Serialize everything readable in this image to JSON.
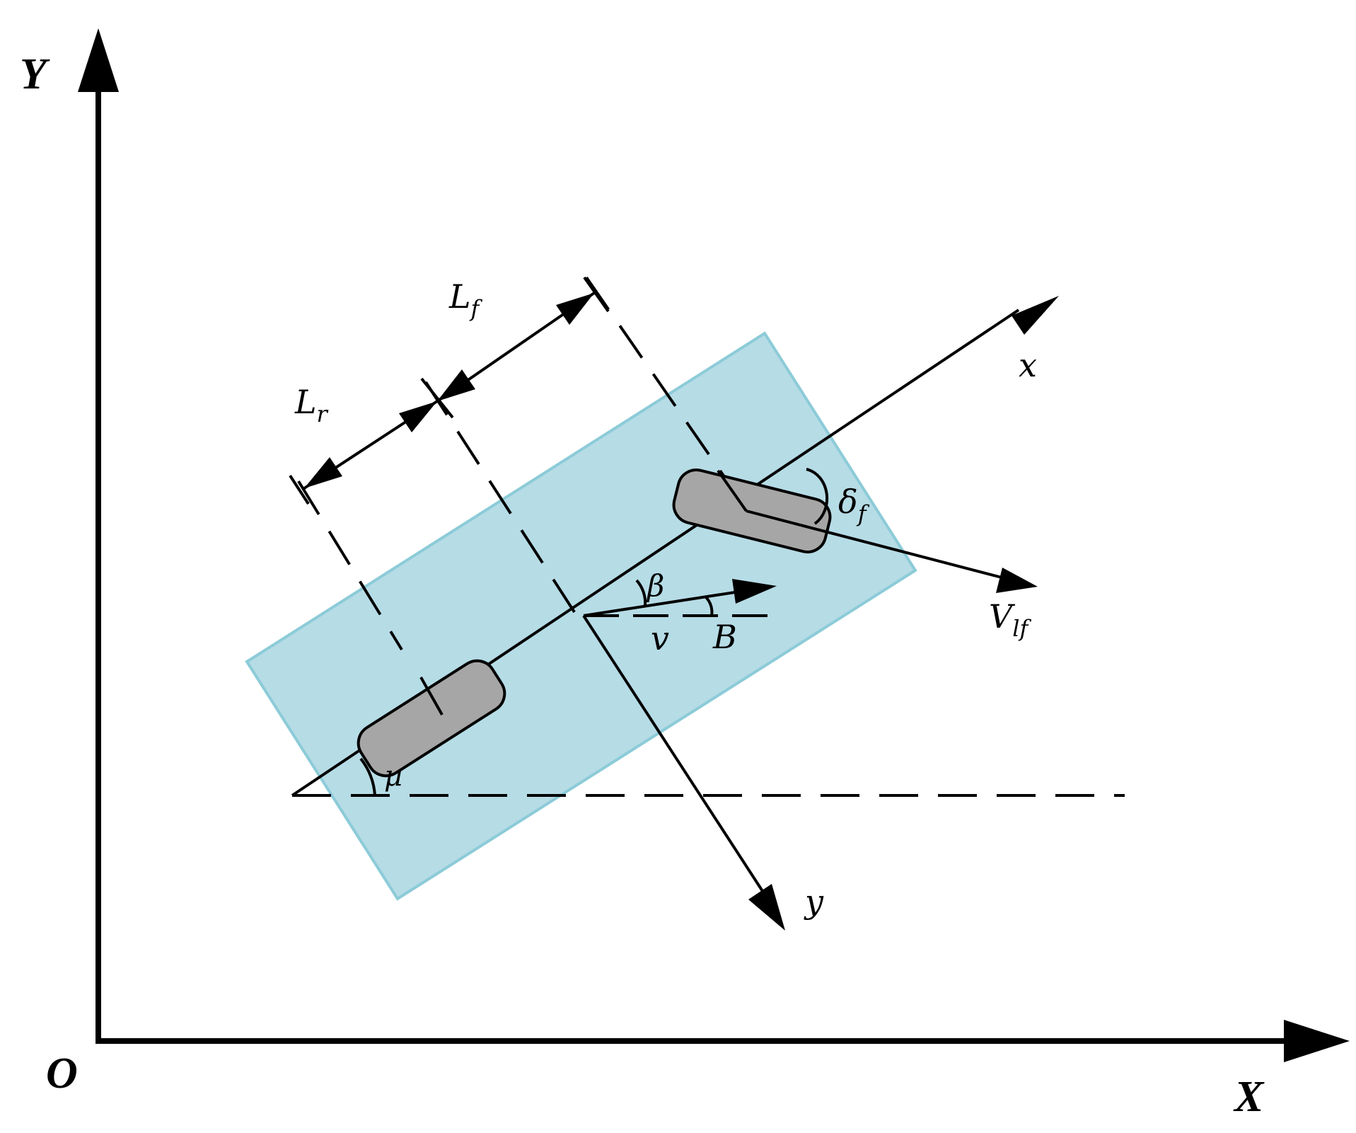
{
  "colors": {
    "background": "#ffffff",
    "body_fill": "#b6dce6",
    "body_stroke": "#8ccbd8",
    "wheel_fill": "#a6a6a6",
    "line": "#000000"
  },
  "labels": {
    "global_y_axis": "Y",
    "global_x_axis": "X",
    "origin": "O",
    "body_x_axis": "x",
    "body_y_axis": "y",
    "front_length": "L",
    "front_length_sub": "f",
    "rear_length": "L",
    "rear_length_sub": "r",
    "steering_angle": "δ",
    "steering_angle_sub": "f",
    "front_velocity": "V",
    "front_velocity_sub": "lf",
    "slip_angle": "β",
    "velocity": "v",
    "point": "B",
    "yaw_angle": "μ"
  }
}
